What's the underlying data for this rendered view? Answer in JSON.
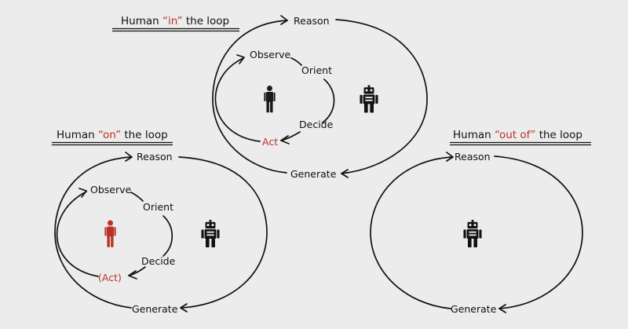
{
  "panels": {
    "in": {
      "title": {
        "prefix": "Human ",
        "quote": "“in”",
        "suffix": " the loop",
        "quote_color": "#b8322a"
      },
      "labels": {
        "reason": "Reason",
        "generate": "Generate",
        "observe": "Observe",
        "orient": "Orient",
        "decide": "Decide",
        "act": "Act"
      },
      "act_color": "#b8322a",
      "human_color": "#1a1a1a",
      "robot_icon": "robot-icon",
      "human_icon": "human-icon"
    },
    "on": {
      "title": {
        "prefix": "Human ",
        "quote": "“on”",
        "suffix": " the loop",
        "quote_color": "#b8322a"
      },
      "labels": {
        "reason": "Reason",
        "generate": "Generate",
        "observe": "Observe",
        "orient": "Orient",
        "decide": "Decide",
        "act": "(Act)"
      },
      "act_color": "#b8322a",
      "human_color": "#b8322a",
      "robot_icon": "robot-icon",
      "human_icon": "human-icon"
    },
    "out": {
      "title": {
        "prefix": "Human ",
        "quote": "“out of”",
        "suffix": " the loop",
        "quote_color": "#b8322a"
      },
      "labels": {
        "reason": "Reason",
        "generate": "Generate"
      },
      "robot_icon": "robot-icon"
    }
  }
}
